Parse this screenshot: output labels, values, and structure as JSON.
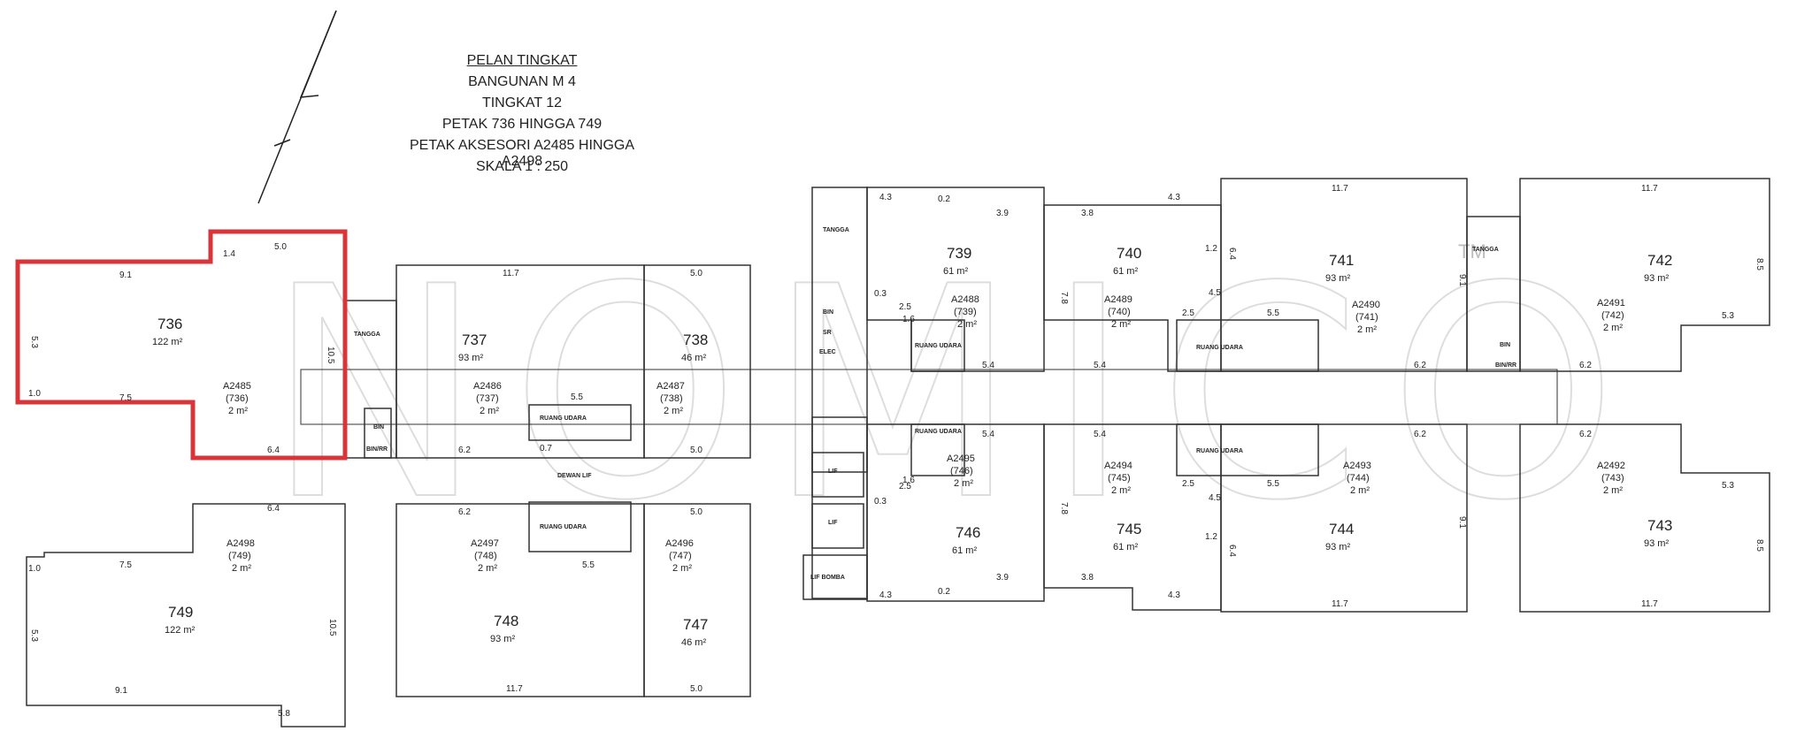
{
  "title": {
    "line1": "PELAN TINGKAT",
    "line2": "BANGUNAN M 4",
    "line3": "TINGKAT 12",
    "line4": "PETAK 736 HINGGA 749",
    "line5": "PETAK AKSESORI A2485 HINGGA A2498",
    "line6": "SKALA 1 : 250"
  },
  "watermark": "NOMICO",
  "trademark": "TM",
  "highlight_color": "#d8353a",
  "lots": {
    "l736": {
      "num": "736",
      "area": "122 m²",
      "acc": "A2485",
      "acc_lot": "(736)",
      "acc_area": "2 m²"
    },
    "l737": {
      "num": "737",
      "area": "93 m²",
      "acc": "A2486",
      "acc_lot": "(737)",
      "acc_area": "2 m²"
    },
    "l738": {
      "num": "738",
      "area": "46 m²",
      "acc": "A2487",
      "acc_lot": "(738)",
      "acc_area": "2 m²"
    },
    "l739": {
      "num": "739",
      "area": "61 m²",
      "acc": "A2488",
      "acc_lot": "(739)",
      "acc_area": "2 m²"
    },
    "l740": {
      "num": "740",
      "area": "61 m²",
      "acc": "A2489",
      "acc_lot": "(740)",
      "acc_area": "2 m²"
    },
    "l741": {
      "num": "741",
      "area": "93 m²",
      "acc": "A2490",
      "acc_lot": "(741)",
      "acc_area": "2 m²"
    },
    "l742": {
      "num": "742",
      "area": "93 m²",
      "acc": "A2491",
      "acc_lot": "(742)",
      "acc_area": "2 m²"
    },
    "l743": {
      "num": "743",
      "area": "93 m²",
      "acc": "A2492",
      "acc_lot": "(743)",
      "acc_area": "2 m²"
    },
    "l744": {
      "num": "744",
      "area": "93 m²",
      "acc": "A2493",
      "acc_lot": "(744)",
      "acc_area": "2 m²"
    },
    "l745": {
      "num": "745",
      "area": "61 m²",
      "acc": "A2494",
      "acc_lot": "(745)",
      "acc_area": "2 m²"
    },
    "l746": {
      "num": "746",
      "area": "61 m²",
      "acc": "A2495",
      "acc_lot": "(746)",
      "acc_area": "2 m²"
    },
    "l747": {
      "num": "747",
      "area": "46 m²",
      "acc": "A2496",
      "acc_lot": "(747)",
      "acc_area": "2 m²"
    },
    "l748": {
      "num": "748",
      "area": "93 m²",
      "acc": "A2497",
      "acc_lot": "(748)",
      "acc_area": "2 m²"
    },
    "l749": {
      "num": "749",
      "area": "122 m²",
      "acc": "A2498",
      "acc_lot": "(749)",
      "acc_area": "2 m²"
    }
  },
  "labels": {
    "ruang_udara": "RUANG UDARA",
    "tangga": "TANGGA",
    "bin": "BIN",
    "sr": "SR",
    "elec": "ELEC",
    "lf": "LIF",
    "lf_bomba": "LIF BOMBA",
    "dewan_lif": "DEWAN LIF",
    "bin_rr": "BIN/RR"
  },
  "dims": {
    "d117": "11.7",
    "d91": "9.1",
    "d50": "5.0",
    "d62": "6.2",
    "d55": "5.5",
    "d54": "5.4",
    "d43": "4.3",
    "d39": "3.9",
    "d38": "3.8",
    "d64": "6.4",
    "d75": "7.5",
    "d10": "1.0",
    "d14": "1.4",
    "d58": "5.8",
    "d25": "2.5",
    "d03": "0.3",
    "d105": "10.5",
    "d53": "5.3",
    "d85": "8.5",
    "d78": "7.8",
    "d02": "0.2",
    "d07": "0.7",
    "d12": "1.2",
    "d16": "1.6",
    "d45": "4.5"
  }
}
